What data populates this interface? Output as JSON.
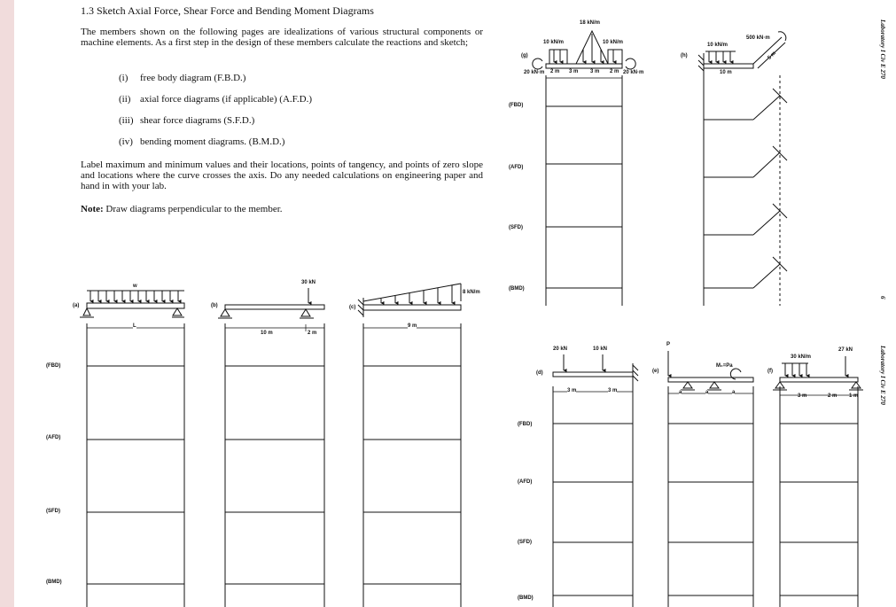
{
  "heading": "1.3   Sketch Axial Force, Shear Force and Bending Moment Diagrams",
  "intro": "The members shown on the following pages are idealizations of various structural components or machine elements.  As a first step in the design of these members calculate the reactions and sketch;",
  "list": [
    {
      "num": "(i)",
      "text": "free body diagram (F.B.D.)"
    },
    {
      "num": "(ii)",
      "text": "axial force diagrams (if applicable) (A.F.D.)"
    },
    {
      "num": "(iii)",
      "text": "shear force diagrams (S.F.D.)"
    },
    {
      "num": "(iv)",
      "text": "bending moment diagrams. (B.M.D.)"
    }
  ],
  "paragraph": "Label maximum and minimum values and their locations, points of tangency, and points of zero slope and locations where the curve crosses the axis.  Do any needed calculations on engineering paper and hand in with your lab.",
  "note_label": "Note:",
  "note_text": "Draw diagrams perpendicular to the member.",
  "row_labels": {
    "fbd": "(FBD)",
    "afd": "(AFD)",
    "sfd": "(SFD)",
    "bmd": "(BMD)"
  },
  "problems": {
    "a": {
      "tag": "(a)",
      "load": "w",
      "span": "L"
    },
    "b": {
      "tag": "(b)",
      "load": "30 kN",
      "span1": "10 m",
      "span2": "2 m"
    },
    "c": {
      "tag": "(c)",
      "load": "8 kN/m",
      "span": "9 m"
    },
    "d": {
      "tag": "(d)",
      "load1": "20 kN",
      "load2": "10 kN",
      "span1": "3 m",
      "span2": "3 m"
    },
    "e": {
      "tag": "(e)",
      "load": "P",
      "moment": "M₀=Pa",
      "a1": "a",
      "a2": "a",
      "a3": "a"
    },
    "f": {
      "tag": "(f)",
      "load1": "30 kN/m",
      "load2": "27 kN",
      "span1": "3 m",
      "span2": "2 m",
      "span3": "1 m"
    },
    "g": {
      "tag": "(g)",
      "peak": "18 kN/m",
      "left": "10 kN/m",
      "right": "10 kN/m",
      "lm": "20 kN·m",
      "rm": "20 kN·m",
      "s1": "2 m",
      "s2": "3 m",
      "s3": "3 m",
      "s4": "2 m"
    },
    "h": {
      "tag": "(h)",
      "load1": "10 kN/m",
      "load2": "500 kN·m",
      "s1": "10 m",
      "s2": "5 m"
    }
  },
  "side_text": {
    "top": "Laboratory I  Civ E 270",
    "page": "6",
    "bottom": "Laboratory I  Civ E 270"
  }
}
